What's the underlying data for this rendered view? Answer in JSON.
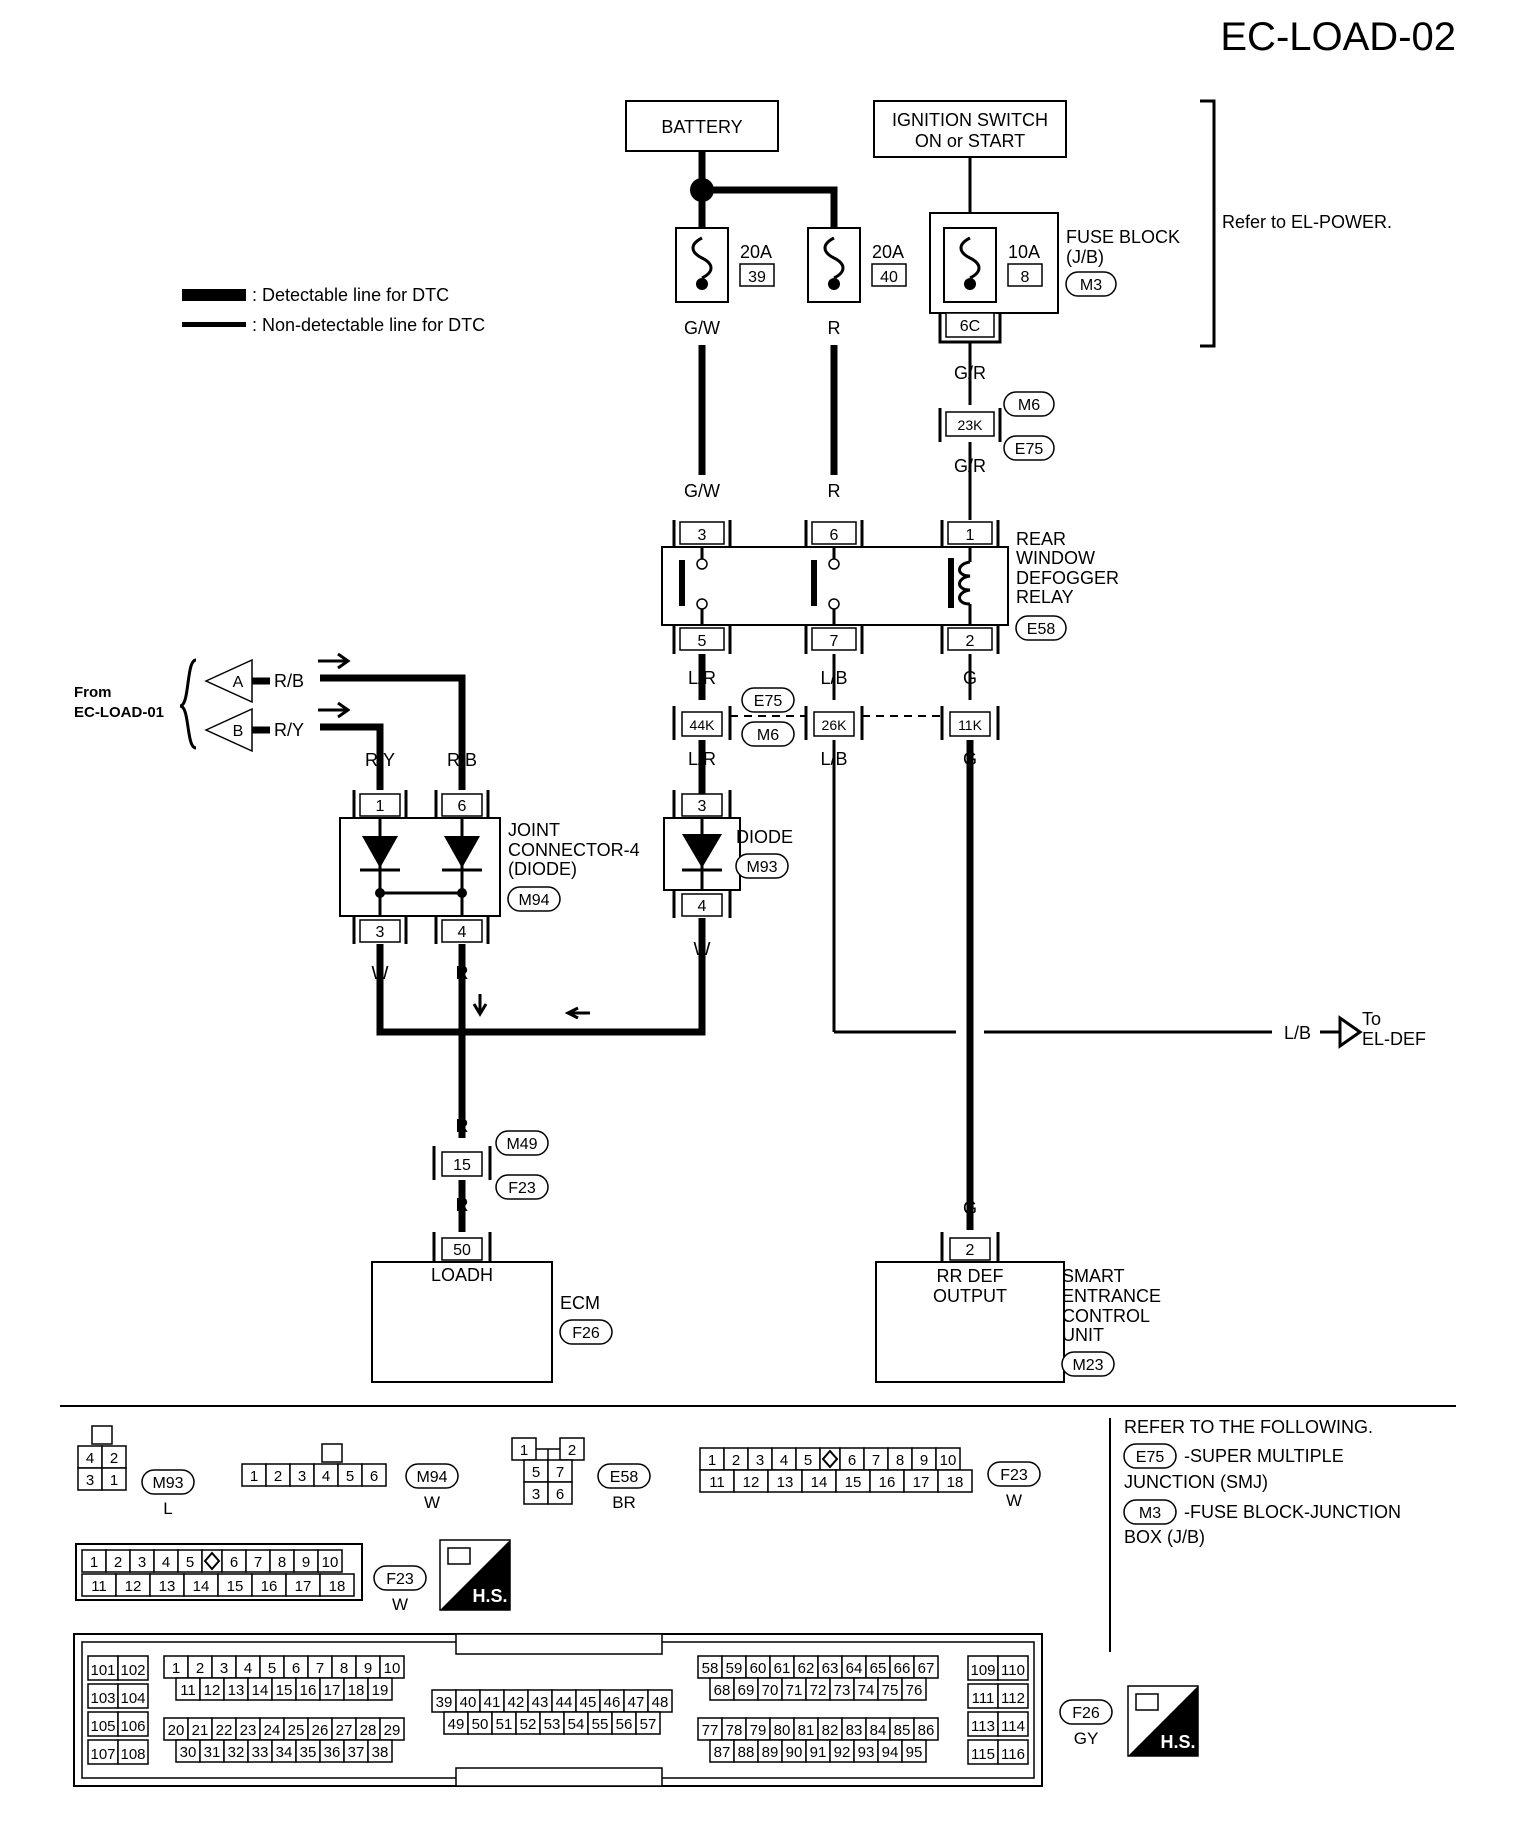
{
  "page_title": "EC-LOAD-02",
  "legend": {
    "detectable": ": Detectable line for DTC",
    "non_detectable": ": Non-detectable line for DTC"
  },
  "power": {
    "battery": "BATTERY",
    "ignition_line1": "IGNITION SWITCH",
    "ignition_line2": "ON or START",
    "refer_power": "Refer to EL-POWER."
  },
  "fuses": [
    {
      "rating": "20A",
      "number": "39",
      "wire": "G/W"
    },
    {
      "rating": "20A",
      "number": "40",
      "wire": "R"
    },
    {
      "rating": "10A",
      "number": "8"
    }
  ],
  "fuse_block": {
    "line1": "FUSE BLOCK",
    "line2": "(J/B)",
    "conn": "M3",
    "terminal": "6C"
  },
  "ignition_wiring": {
    "wire1": "G/R",
    "joint": "23K",
    "conn_top": "M6",
    "conn_bottom": "E75",
    "wire2": "G/R"
  },
  "relay": {
    "line1": "REAR",
    "line2": "WINDOW",
    "line3": "DEFOGGER",
    "line4": "RELAY",
    "conn": "E58",
    "top_wires": [
      "G/W",
      "R"
    ],
    "top_pins": [
      "3",
      "6",
      "1"
    ],
    "bottom_pins": [
      "5",
      "7",
      "2"
    ],
    "bottom_wires": [
      "L/R",
      "L/B",
      "G"
    ]
  },
  "smj": {
    "joints": [
      "44K",
      "26K",
      "11K"
    ],
    "conn_top": "E75",
    "conn_bottom": "M6",
    "wires_below": [
      "L/R",
      "L/B",
      "G"
    ]
  },
  "from_ref": {
    "line1": "From",
    "line2": "EC-LOAD-01",
    "a_label": "A",
    "a_wire": "R/B",
    "b_label": "B",
    "b_wire": "R/Y"
  },
  "joint_connector": {
    "line1": "JOINT",
    "line2": "CONNECTOR-4",
    "line3": "(DIODE)",
    "conn": "M94",
    "top_wires": [
      "R/Y",
      "R/B"
    ],
    "top_pins": [
      "1",
      "6"
    ],
    "bottom_pins": [
      "3",
      "4"
    ],
    "bottom_wires": [
      "W",
      "R"
    ]
  },
  "diode": {
    "label": "DIODE",
    "conn": "M93",
    "pin_top": "3",
    "pin_bottom": "4",
    "wire": "W"
  },
  "to_ref": {
    "wire": "L/B",
    "line1": "To",
    "line2": "EL-DEF"
  },
  "ecm_wiring": {
    "wire_top": "R",
    "pin": "15",
    "conn_top": "M49",
    "conn_bottom": "F23",
    "wire_bottom": "R"
  },
  "ecm": {
    "pin": "50",
    "terminal": "LOADH",
    "label": "ECM",
    "conn": "F26"
  },
  "seu": {
    "wire": "G",
    "pin": "2",
    "term1": "RR DEF",
    "term2": "OUTPUT",
    "line1": "SMART",
    "line2": "ENTRANCE",
    "line3": "CONTROL",
    "line4": "UNIT",
    "conn": "M23"
  },
  "connectors": {
    "m93": {
      "id": "M93",
      "color": "L",
      "row1": [
        "4",
        "2"
      ],
      "row2": [
        "3",
        "1"
      ]
    },
    "m94": {
      "id": "M94",
      "color": "W",
      "pins": [
        "1",
        "2",
        "3",
        "4",
        "5",
        "6"
      ]
    },
    "e58": {
      "id": "E58",
      "color": "BR",
      "row1": [
        "1",
        "2"
      ],
      "row2": [
        "5",
        "7"
      ],
      "row3": [
        "3",
        "6"
      ]
    },
    "f23a": {
      "id": "F23",
      "color": "W",
      "row1": [
        "1",
        "2",
        "3",
        "4",
        "5",
        "6",
        "7",
        "8",
        "9",
        "10"
      ],
      "row2": [
        "11",
        "12",
        "13",
        "14",
        "15",
        "16",
        "17",
        "18"
      ]
    },
    "f23b": {
      "id": "F23",
      "color": "W",
      "row1": [
        "1",
        "2",
        "3",
        "4",
        "5",
        "6",
        "7",
        "8",
        "9",
        "10"
      ],
      "row2": [
        "11",
        "12",
        "13",
        "14",
        "15",
        "16",
        "17",
        "18"
      ]
    },
    "f26": {
      "id": "F26",
      "color": "GY",
      "left_cols": [
        [
          "101",
          "102"
        ],
        [
          "103",
          "104"
        ],
        [
          "105",
          "106"
        ],
        [
          "107",
          "108"
        ]
      ],
      "g1": [
        "1",
        "2",
        "3",
        "4",
        "5",
        "6",
        "7",
        "8",
        "9",
        "10"
      ],
      "g2": [
        "11",
        "12",
        "13",
        "14",
        "15",
        "16",
        "17",
        "18",
        "19"
      ],
      "g3": [
        "20",
        "21",
        "22",
        "23",
        "24",
        "25",
        "26",
        "27",
        "28",
        "29"
      ],
      "g4": [
        "30",
        "31",
        "32",
        "33",
        "34",
        "35",
        "36",
        "37",
        "38"
      ],
      "m1": [
        "39",
        "40",
        "41",
        "42",
        "43",
        "44",
        "45",
        "46",
        "47",
        "48"
      ],
      "m2": [
        "49",
        "50",
        "51",
        "52",
        "53",
        "54",
        "55",
        "56",
        "57"
      ],
      "r1": [
        "58",
        "59",
        "60",
        "61",
        "62",
        "63",
        "64",
        "65",
        "66",
        "67"
      ],
      "r2": [
        "68",
        "69",
        "70",
        "71",
        "72",
        "73",
        "74",
        "75",
        "76"
      ],
      "r3": [
        "77",
        "78",
        "79",
        "80",
        "81",
        "82",
        "83",
        "84",
        "85",
        "86"
      ],
      "r4": [
        "87",
        "88",
        "89",
        "90",
        "91",
        "92",
        "93",
        "94",
        "95"
      ],
      "right_cols": [
        [
          "109",
          "110"
        ],
        [
          "111",
          "112"
        ],
        [
          "113",
          "114"
        ],
        [
          "115",
          "116"
        ]
      ]
    },
    "hs": "H.S."
  },
  "refer": {
    "title": "REFER TO THE FOLLOWING.",
    "e75": "E75",
    "e75_text1": "-SUPER MULTIPLE",
    "e75_text2": "JUNCTION (SMJ)",
    "m3": "M3",
    "m3_text1": "-FUSE BLOCK-JUNCTION",
    "m3_text2": "BOX (J/B)"
  }
}
